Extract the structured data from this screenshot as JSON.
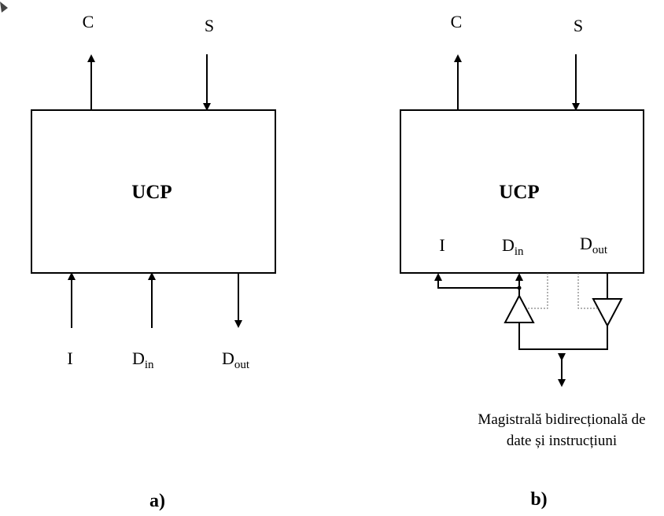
{
  "diagram_a": {
    "block_label": "UCP",
    "top_left_signal": "C",
    "top_right_signal": "S",
    "bottom_signals": {
      "i": "I",
      "din_main": "D",
      "din_sub": "in",
      "dout_main": "D",
      "dout_sub": "out"
    },
    "caption": "a)"
  },
  "diagram_b": {
    "block_label": "UCP",
    "top_left_signal": "C",
    "top_right_signal": "S",
    "inner_signals": {
      "i": "I",
      "din_main": "D",
      "din_sub": "in",
      "dout_main": "D",
      "dout_sub": "out"
    },
    "bus_label_line1": "Magistrală bidirecțională de",
    "bus_label_line2": "date și instrucțiuni",
    "caption": "b)"
  }
}
